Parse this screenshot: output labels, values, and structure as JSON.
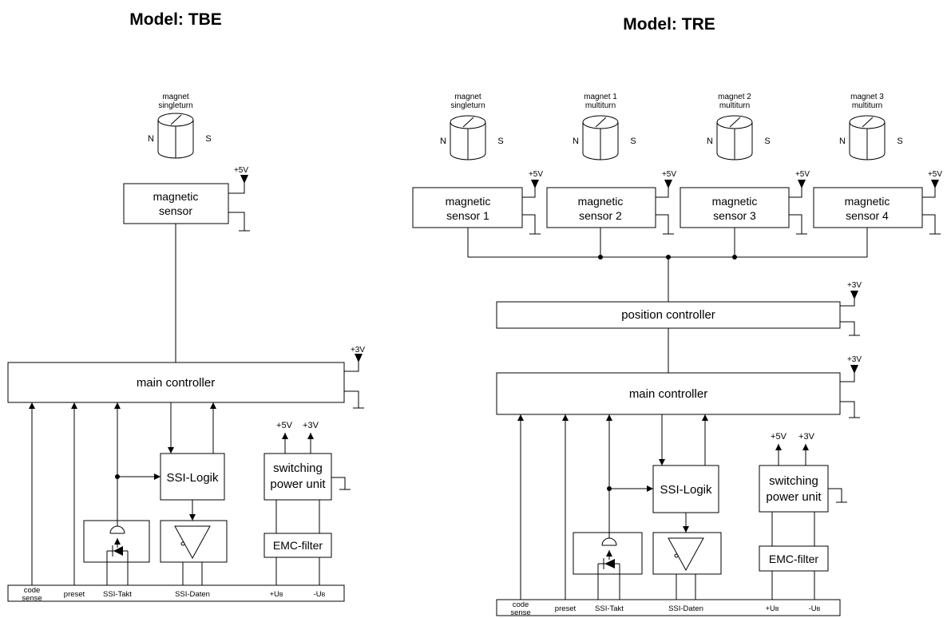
{
  "tbe": {
    "title": "Model: TBE",
    "magnet_label_1": "magnet",
    "magnet_label_2": "singleturn",
    "pole_n": "N",
    "pole_s": "S",
    "sensor_1": "magnetic",
    "sensor_2": "sensor",
    "v5": "+5V",
    "v3": "+3V",
    "main_controller": "main controller",
    "ssi_logik": "SSI-Logik",
    "psu_1": "switching",
    "psu_2": "power unit",
    "psu_v5": "+5V",
    "psu_v3": "+3V",
    "emc": "EMC-filter",
    "terminals": {
      "code_1": "code",
      "code_2": "sense",
      "preset": "preset",
      "ssi_takt": "SSI-Takt",
      "ssi_daten": "SSI-Daten",
      "ub_plus": "+U",
      "ub_minus": "-U",
      "ub_sub": "B"
    }
  },
  "tre": {
    "title": "Model: TRE",
    "magnets": [
      {
        "line1": "magnet",
        "line2": "singleturn"
      },
      {
        "line1": "magnet 1",
        "line2": "multiturn"
      },
      {
        "line1": "magnet 2",
        "line2": "multiturn"
      },
      {
        "line1": "magnet 3",
        "line2": "multiturn"
      }
    ],
    "pole_n": "N",
    "pole_s": "S",
    "sensors": [
      {
        "line1": "magnetic",
        "line2": "sensor 1"
      },
      {
        "line1": "magnetic",
        "line2": "sensor 2"
      },
      {
        "line1": "magnetic",
        "line2": "sensor 3"
      },
      {
        "line1": "magnetic",
        "line2": "sensor 4"
      }
    ],
    "v5": "+5V",
    "v3": "+3V",
    "position_controller": "position controller",
    "main_controller": "main controller",
    "ssi_logik": "SSI-Logik",
    "psu_1": "switching",
    "psu_2": "power unit",
    "psu_v5": "+5V",
    "psu_v3": "+3V",
    "emc": "EMC-filter",
    "terminals": {
      "code_1": "code",
      "code_2": "sense",
      "preset": "preset",
      "ssi_takt": "SSI-Takt",
      "ssi_daten": "SSI-Daten",
      "ub_plus": "+U",
      "ub_minus": "-U",
      "ub_sub": "B"
    }
  }
}
